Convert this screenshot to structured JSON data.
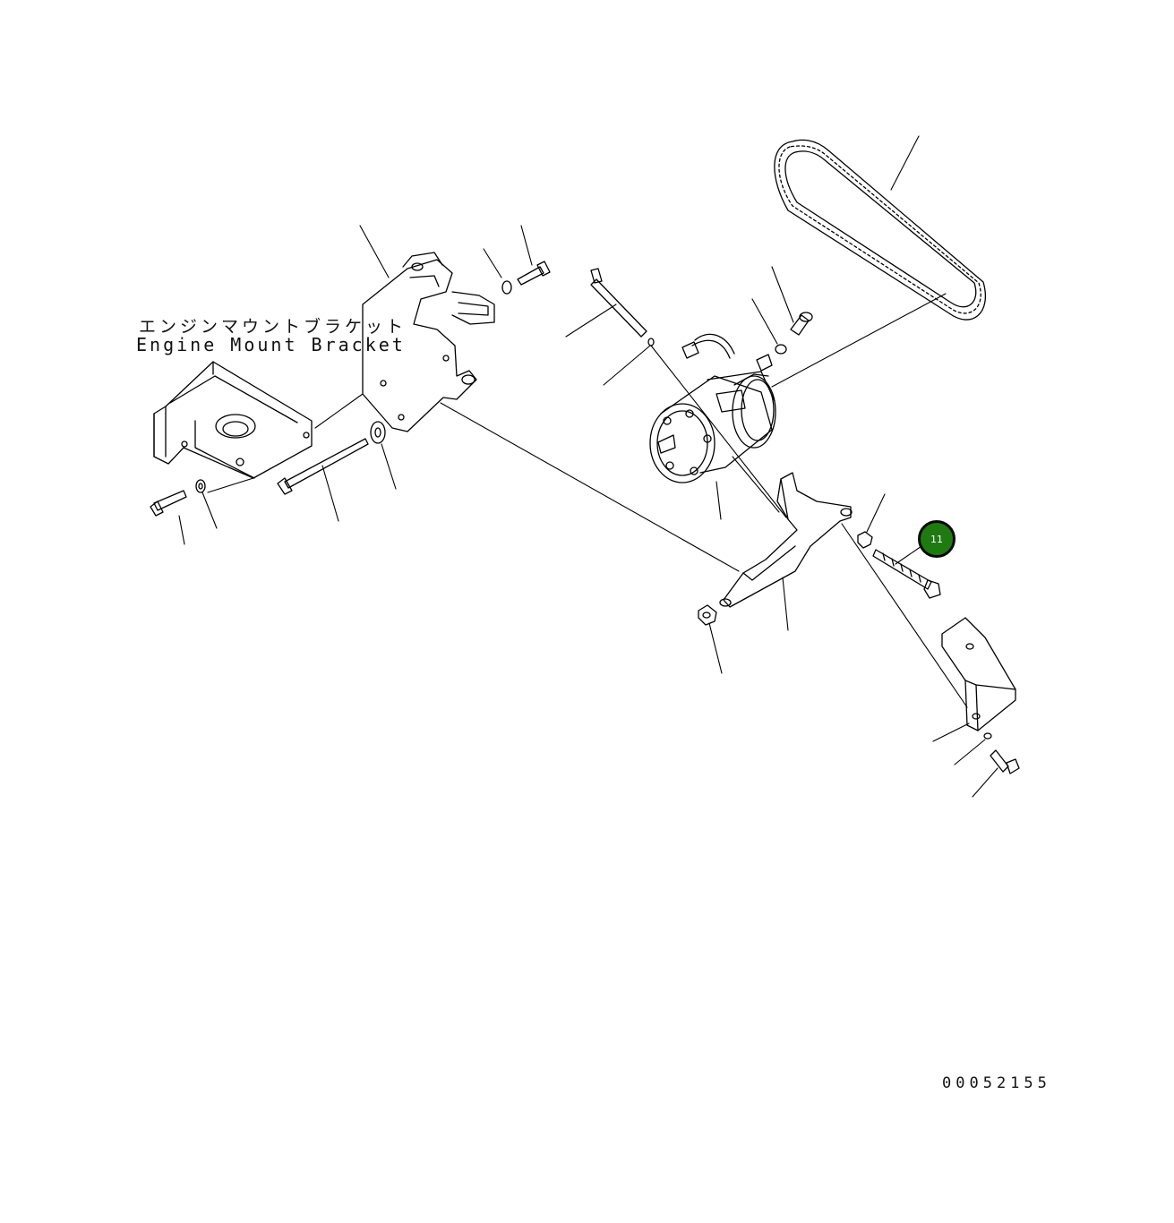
{
  "labels": {
    "jp": "エンジンマウントブラケット",
    "en": "Engine Mount Bracket",
    "drawing_code": "00052155"
  },
  "callout": {
    "number": "11",
    "color": "#1f7a12"
  },
  "colors": {
    "line": "#000000",
    "background": "#ffffff"
  }
}
